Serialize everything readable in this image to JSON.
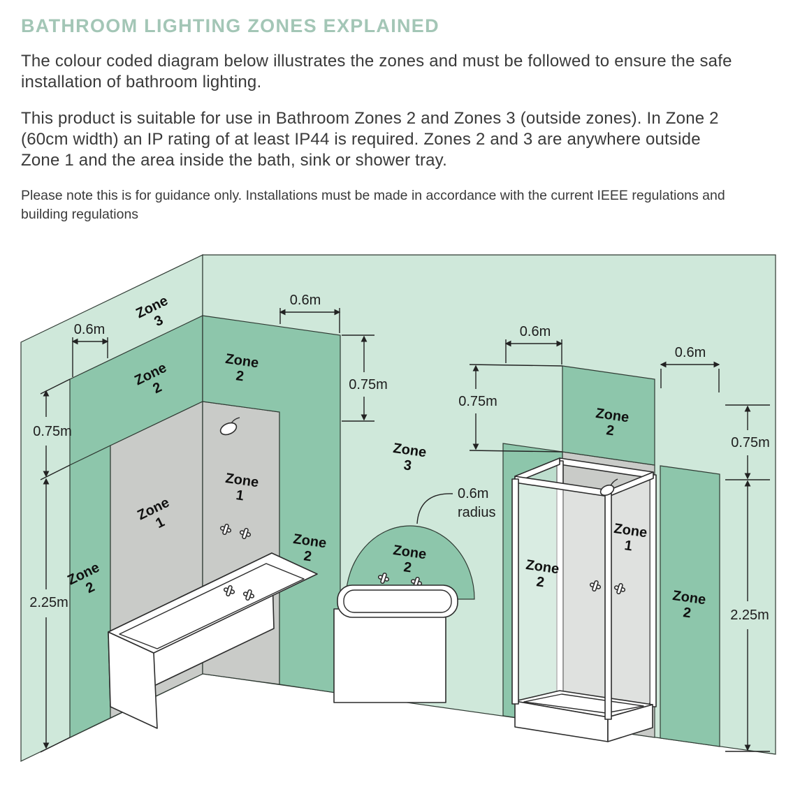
{
  "header": {
    "title": "BATHROOM LIGHTING ZONES EXPLAINED",
    "para1": "The colour coded diagram below illustrates the zones and must be followed to ensure the safe installation of bathroom lighting.",
    "para2": "This product is suitable for use in Bathroom Zones 2 and Zones 3 (outside zones). In Zone 2 (60cm width) an IP rating of at least IP44 is required. Zones 2 and 3 are anywhere outside Zone 1 and the area inside the bath, sink or shower tray.",
    "note": "Please note this is for guidance only. Installations must be made in accordance with the current IEEE regulations and building regulations"
  },
  "colors": {
    "title": "#a3c6b6",
    "zone1_grey": "#c9cbc8",
    "zone2_green": "#8dc6ab",
    "zone3_mint": "#cfe8da",
    "line": "#2c2c2c"
  },
  "diagram": {
    "zone_labels": [
      {
        "name": "left-wall-zone3",
        "word": "Zone",
        "num": "3"
      },
      {
        "name": "left-wall-band-zone2",
        "word": "Zone",
        "num": "2"
      },
      {
        "name": "left-wall-strip-zone2",
        "word": "Zone",
        "num": "2"
      },
      {
        "name": "left-wall-zone1",
        "word": "Zone",
        "num": "1"
      },
      {
        "name": "back-wall-bath-band-zone2",
        "word": "Zone",
        "num": "2"
      },
      {
        "name": "back-wall-bath-zone1",
        "word": "Zone",
        "num": "1"
      },
      {
        "name": "back-wall-bath-strip-zone2",
        "word": "Zone",
        "num": "2"
      },
      {
        "name": "back-wall-zone3",
        "word": "Zone",
        "num": "3"
      },
      {
        "name": "basin-semicircle-zone2",
        "word": "Zone",
        "num": "2"
      },
      {
        "name": "shower-above-zone2",
        "word": "Zone",
        "num": "2"
      },
      {
        "name": "shower-left-strip-zone2",
        "word": "Zone",
        "num": "2"
      },
      {
        "name": "shower-zone1",
        "word": "Zone",
        "num": "1"
      },
      {
        "name": "shower-right-strip-zone2",
        "word": "Zone",
        "num": "2"
      }
    ],
    "dims": [
      {
        "name": "left-strip-width",
        "text": "0.6m"
      },
      {
        "name": "left-band-height",
        "text": "0.75m"
      },
      {
        "name": "left-zone1-height",
        "text": "2.25m"
      },
      {
        "name": "bath-strip-width",
        "text": "0.6m"
      },
      {
        "name": "bath-band-height",
        "text": "0.75m"
      },
      {
        "name": "shower-left-strip-width",
        "text": "0.6m"
      },
      {
        "name": "shower-band-height",
        "text": "0.75m"
      },
      {
        "name": "shower-right-strip-width",
        "text": "0.6m"
      },
      {
        "name": "right-band-height",
        "text": "0.75m"
      },
      {
        "name": "right-zone1-height",
        "text": "2.25m"
      }
    ],
    "radius_note": {
      "line1": "0.6m",
      "line2": "radius"
    }
  }
}
